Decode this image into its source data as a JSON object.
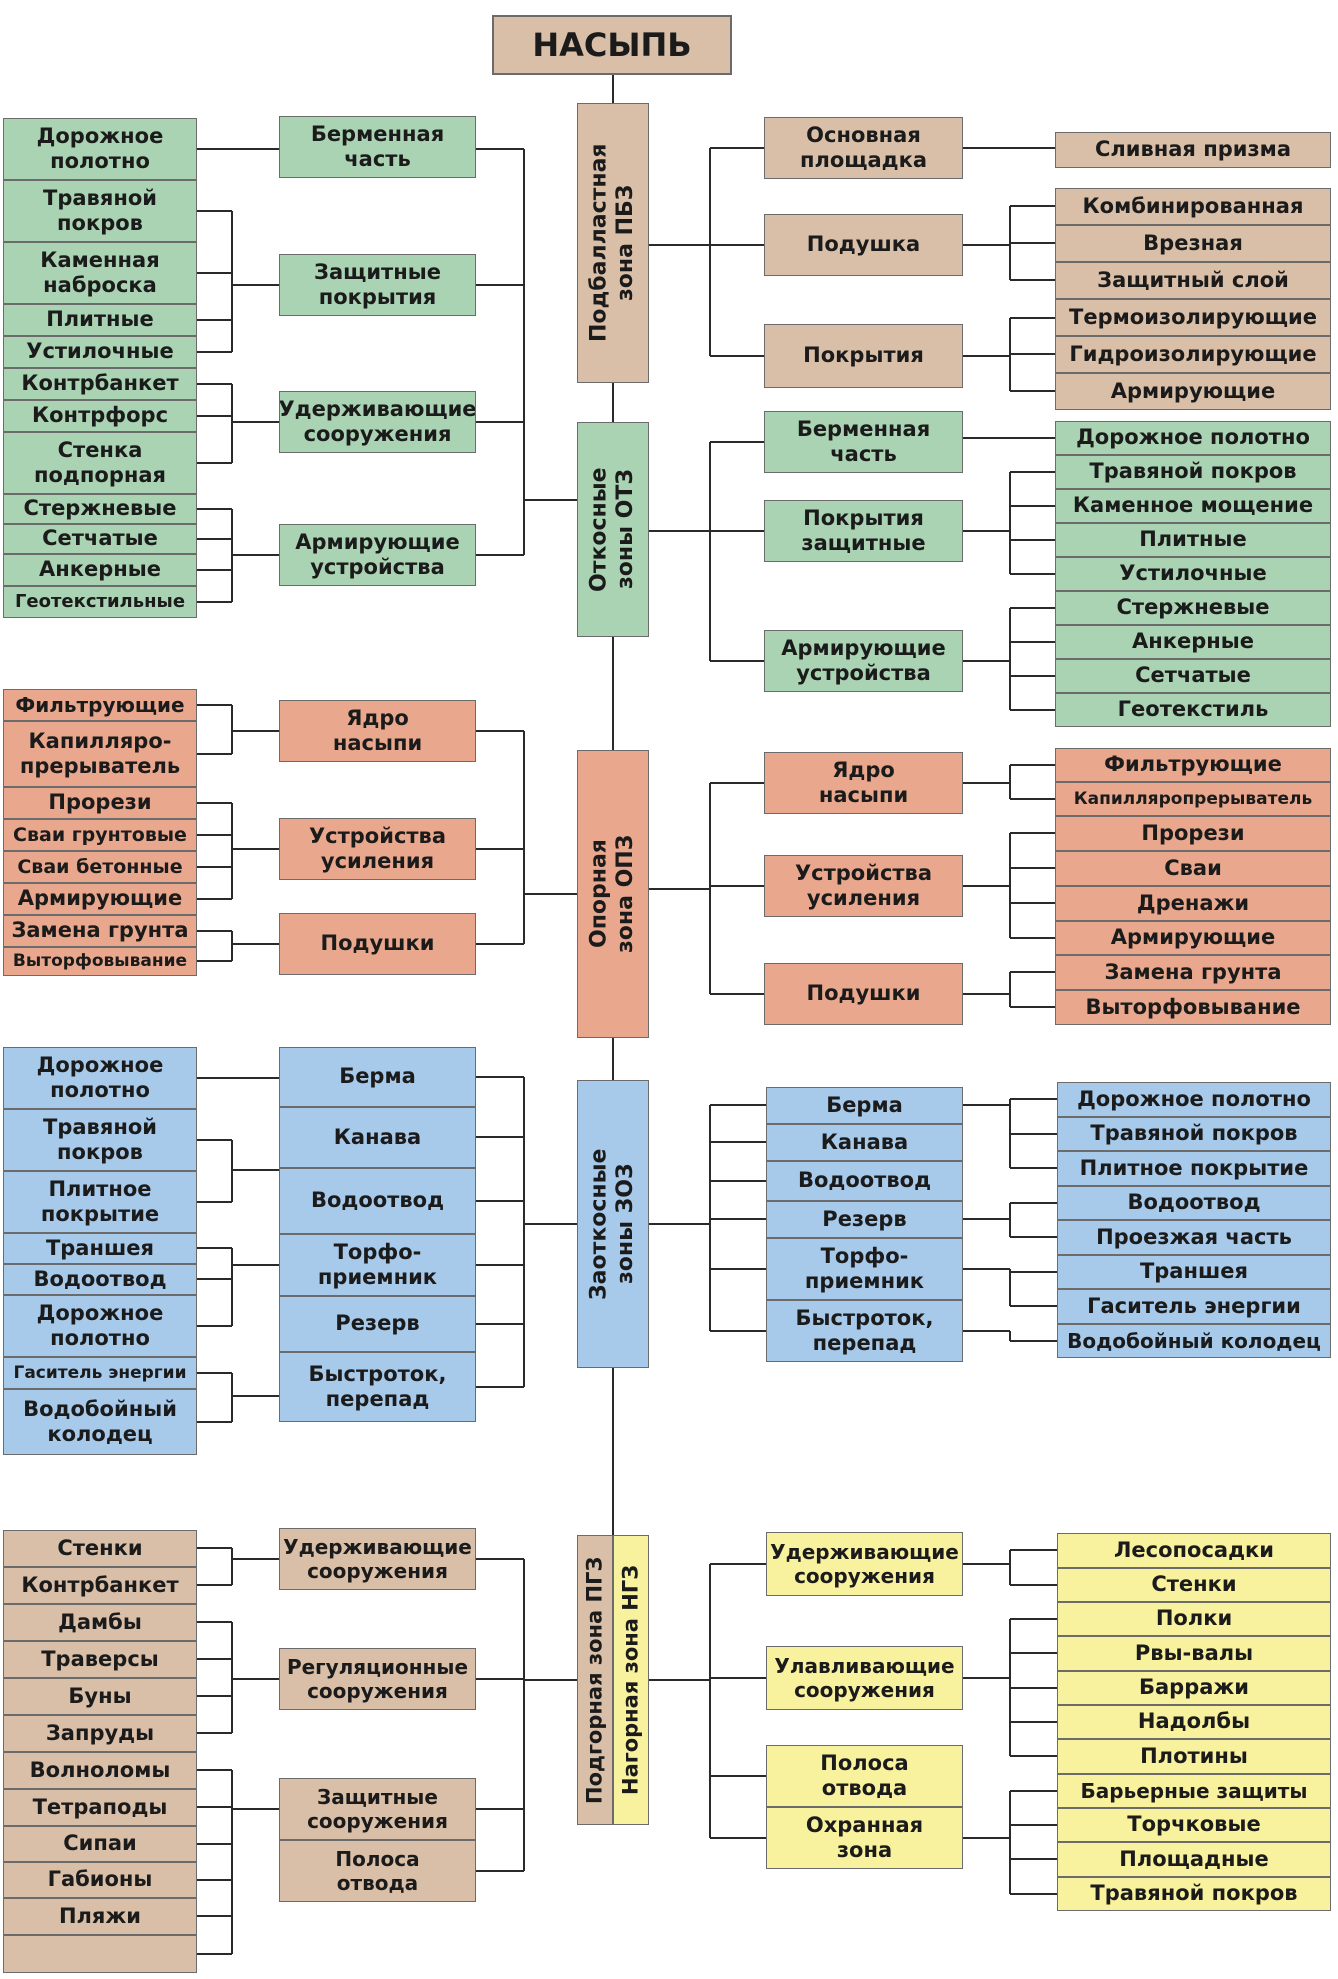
{
  "title": "НАСЫПЬ",
  "zones": {
    "pbz": "Подбалластная\nзона ПБЗ",
    "otz": "Откосные\nзоны ОТЗ",
    "opz": "Опорная\nзона ОПЗ",
    "zoz": "Заоткосные\nзоны ЗОЗ",
    "pgz": "Подгорная зона ПГЗ",
    "ngz": "Нагорная зона НГЗ"
  },
  "left_green": {
    "groups": [
      "Берменная\nчасть",
      "Защитные\nпокрытия",
      "Удерживающие\nсооружения",
      "Армирующие\nустройства"
    ],
    "items": [
      "Дорожное\nполотно",
      "Травяной\nпокров",
      "Каменная\nнаброска",
      "Плитные",
      "Устилочные",
      "Контрбанкет",
      "Контрфорс",
      "Стенка\nподпорная",
      "Стержневые",
      "Сетчатые",
      "Анкерные",
      "Геотекстильные"
    ]
  },
  "right_pbz": {
    "groups": [
      "Основная\nплощадка",
      "Подушка",
      "Покрытия"
    ],
    "items": [
      "Сливная призма",
      "Комбинированная",
      "Врезная",
      "Защитный слой",
      "Термоизолирующие",
      "Гидроизолирующие",
      "Армирующие"
    ]
  },
  "right_otz": {
    "groups": [
      "Берменная\nчасть",
      "Покрытия\nзащитные",
      "Армирующие\nустройства"
    ],
    "items": [
      "Дорожное полотно",
      "Травяной покров",
      "Каменное мощение",
      "Плитные",
      "Устилочные",
      "Стержневые",
      "Анкерные",
      "Сетчатые",
      "Геотекстиль"
    ]
  },
  "left_opz": {
    "groups": [
      "Ядро\nнасыпи",
      "Устройства\nусиления",
      "Подушки"
    ],
    "items": [
      "Фильтрующие",
      "Капилляро-\nпрерыватель",
      "Прорези",
      "Сваи грунтовые",
      "Сваи бетонные",
      "Армирующие",
      "Замена грунта",
      "Выторфовывание"
    ]
  },
  "right_opz": {
    "groups": [
      "Ядро\nнасыпи",
      "Устройства\nусиления",
      "Подушки"
    ],
    "items": [
      "Фильтрующие",
      "Капилляропрерыватель",
      "Прорези",
      "Сваи",
      "Дренажи",
      "Армирующие",
      "Замена грунта",
      "Выторфовывание"
    ]
  },
  "left_zoz": {
    "groups": [
      "Берма",
      "Канава",
      "Водоотвод",
      "Торфо-\nприемник",
      "Резерв",
      "Быстроток,\nперепад"
    ],
    "items": [
      "Дорожное\nполотно",
      "Травяной\nпокров",
      "Плитное\nпокрытие",
      "Траншея",
      "Водоотвод",
      "Дорожное\nполотно",
      "Гаситель энергии",
      "Водобойный\nколодец"
    ]
  },
  "right_zoz": {
    "groups": [
      "Берма",
      "Канава",
      "Водоотвод",
      "Резерв",
      "Торфо-\nприемник",
      "Быстроток,\nперепад"
    ],
    "items": [
      "Дорожное полотно",
      "Травяной покров",
      "Плитное покрытие",
      "Водоотвод",
      "Проезжая часть",
      "Траншея",
      "Гаситель энергии",
      "Водобойный колодец"
    ]
  },
  "left_pgz": {
    "groups": [
      "Удерживающие\nсооружения",
      "Регуляционные\nсооружения",
      "Защитные\nсооружения",
      "Полоса\nотвода"
    ],
    "items": [
      "Стенки",
      "Контрбанкет",
      "Дамбы",
      "Траверсы",
      "Буны",
      "Запруды",
      "Волноломы",
      "Тетраподы",
      "Сипаи",
      "Габионы",
      "Пляжи",
      ""
    ]
  },
  "right_ngz": {
    "groups": [
      "Удерживающие\nсооружения",
      "Улавливающие\nсооружения",
      "Полоса\nотвода",
      "Охранная\nзона"
    ],
    "items": [
      "Лесопосадки",
      "Стенки",
      "Полки",
      "Рвы-валы",
      "Барражи",
      "Надолбы",
      "Плотины",
      "Барьерные защиты",
      "Торчковые",
      "Площадные",
      "Травяной покров"
    ]
  }
}
